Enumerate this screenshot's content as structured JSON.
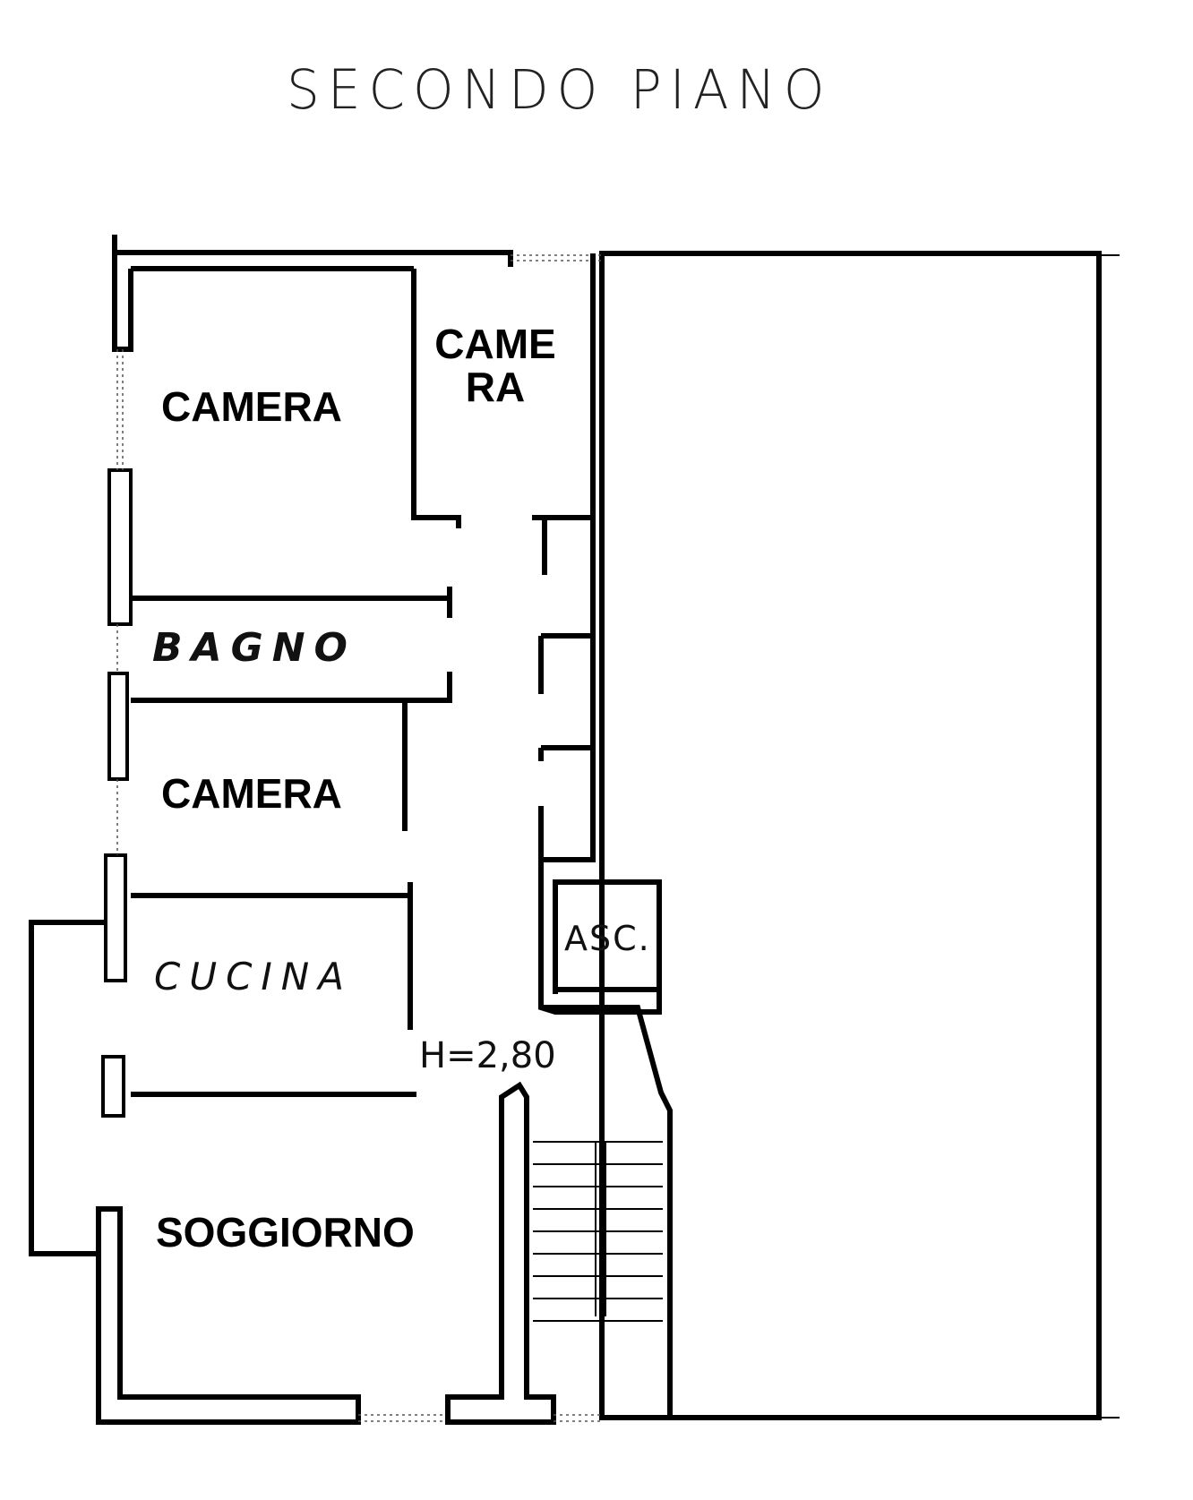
{
  "title": "SECONDO PIANO",
  "rooms": {
    "camera_1": "CAMERA",
    "camera_2_line1": "CAME",
    "camera_2_line2": "RA",
    "bagno": "BAGNO",
    "camera_3": "CAMERA",
    "cucina": "CUCINA",
    "soggiorno": "SOGGIORNO",
    "ascensore": "ASC."
  },
  "ceiling_height": "H=2,80"
}
